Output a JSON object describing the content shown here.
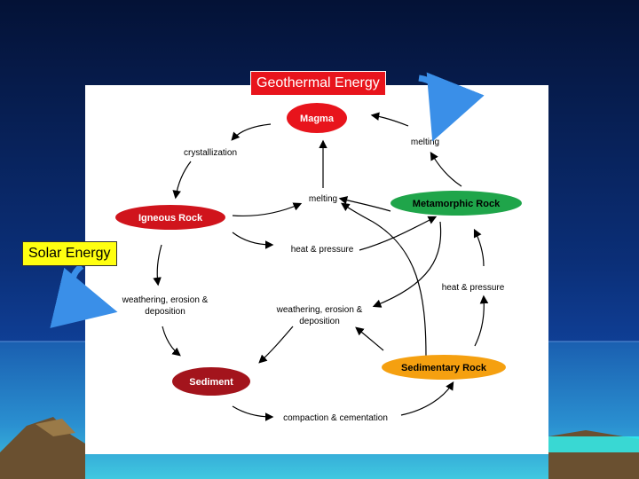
{
  "slide": {
    "geothermal_label": "Geothermal Energy",
    "solar_label": "Solar Energy"
  },
  "colors": {
    "background_top": "#061a44",
    "background_mid": "#0c3a8a",
    "sea": "#1f6fc0",
    "geothermal_box": "#e8141c",
    "solar_box": "#ffff10",
    "magma": "#e8141c",
    "igneous": "#d0141c",
    "metamorphic": "#1fa54a",
    "sedimentary": "#f5a010",
    "sediment": "#a3141c",
    "energy_arrow": "#3a8fe8"
  },
  "nodes": {
    "magma": "Magma",
    "igneous": "Igneous Rock",
    "metamorphic": "Metamorphic Rock",
    "sedimentary": "Sedimentary Rock",
    "sediment": "Sediment"
  },
  "processes": {
    "crystallization": "crystallization",
    "melting_top": "melting",
    "melting_center": "melting",
    "heat_pressure_center": "heat & pressure",
    "heat_pressure_right": "heat & pressure",
    "weathering_left_1": "weathering, erosion &",
    "weathering_left_2": "deposition",
    "weathering_center_1": "weathering, erosion &",
    "weathering_center_2": "deposition",
    "compaction": "compaction & cementation"
  }
}
